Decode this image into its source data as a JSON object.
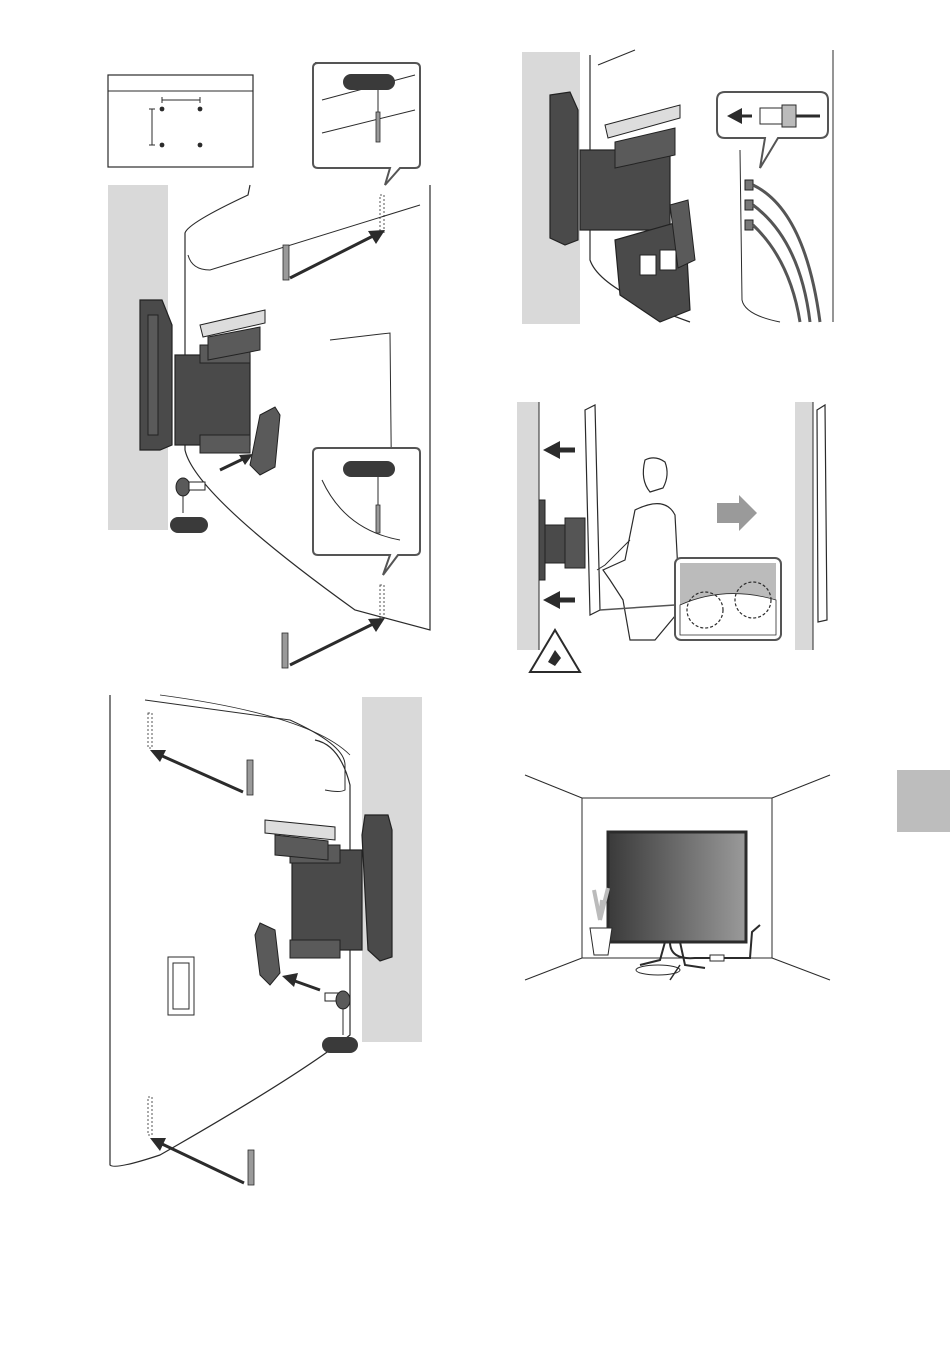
{
  "page": {
    "background": "#ffffff",
    "colors": {
      "line": "#2b2b2b",
      "wall_shade": "#d9d9d9",
      "bracket": "#4a4a4a",
      "bracket_dark": "#2f2f2f",
      "callout_fill": "#ffffff",
      "label_pill": "#3a3a3a",
      "side_tab": "#bdbdbd",
      "arrow_gray": "#9a9a9a",
      "screen_dark": "#3a3a3a",
      "screen_light": "#9a9a9a"
    }
  },
  "figures": [
    {
      "id": "fig-mount-left",
      "icons": [
        "vesa-hole-pattern-icon",
        "wall-bracket-icon",
        "screw-icon",
        "callout-zoom-icon",
        "arrow-icon"
      ]
    },
    {
      "id": "fig-mount-right",
      "icons": [
        "wall-bracket-icon",
        "screw-icon",
        "arrow-icon"
      ]
    },
    {
      "id": "fig-cable-connect",
      "icons": [
        "wall-bracket-icon",
        "hdmi-plug-icon",
        "arrow-icon"
      ]
    },
    {
      "id": "fig-push-to-wall",
      "icons": [
        "person-icon",
        "arrow-icon",
        "pinch-warning-icon"
      ]
    },
    {
      "id": "fig-room-view",
      "icons": [
        "tv-icon",
        "plant-icon",
        "cable-icon"
      ]
    }
  ],
  "side_tab": {
    "color": "#bdbdbd"
  }
}
